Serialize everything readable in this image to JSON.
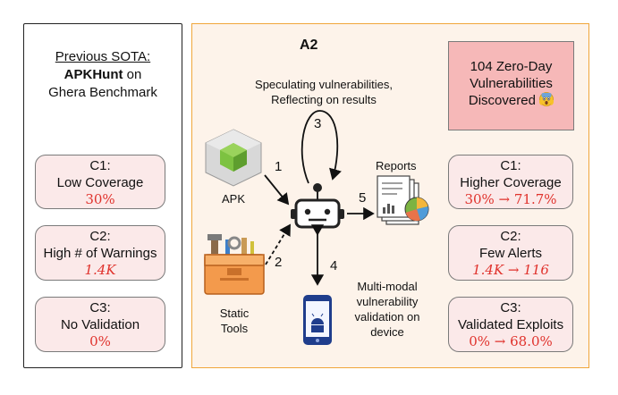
{
  "left": {
    "title_line1": "Previous SOTA:",
    "title_bold": "APKHunt",
    "title_on": " on",
    "title_line3": "Ghera Benchmark",
    "cards": [
      {
        "id": "C1:",
        "label": "Low Coverage",
        "value": "30%"
      },
      {
        "id": "C2:",
        "label": "High # of Warnings",
        "value": "1.4K"
      },
      {
        "id": "C3:",
        "label": "No  Validation",
        "value": "0%"
      }
    ]
  },
  "right": {
    "title": "A2",
    "speculating_line1": "Speculating vulnerabilities,",
    "speculating_line2": "Reflecting on results",
    "apk_label": "APK",
    "tools_line1": "Static",
    "tools_line2": "Tools",
    "reports_label": "Reports",
    "multimodal_line1": "Multi-modal",
    "multimodal_line2": "vulnerability",
    "multimodal_line3": "validation on",
    "multimodal_line4": "device",
    "step1": "1",
    "step2": "2",
    "step3": "3",
    "step4": "4",
    "step5": "5",
    "zero_day_line1": "104 Zero-Day",
    "zero_day_line2": "Vulnerabilities",
    "zero_day_line3": "Discovered",
    "cards": [
      {
        "id": "C1:",
        "label": "Higher Coverage",
        "value": "30% → 71.7%"
      },
      {
        "id": "C2:",
        "label": "Few Alerts",
        "value": "1.4K → 116"
      },
      {
        "id": "C3:",
        "label": "Validated Exploits",
        "value": "0% → 68.0%"
      }
    ]
  },
  "colors": {
    "panel_border": "#f0a63a",
    "panel_bg": "#fdf3ea",
    "card_bg": "#fbe9e9",
    "value_red": "#e0322c",
    "zero_day_bg": "#f6b8b8"
  },
  "icons": [
    "apk-icon",
    "robot-icon",
    "toolbox-icon",
    "reports-icon",
    "phone-icon",
    "emoji-icon"
  ]
}
